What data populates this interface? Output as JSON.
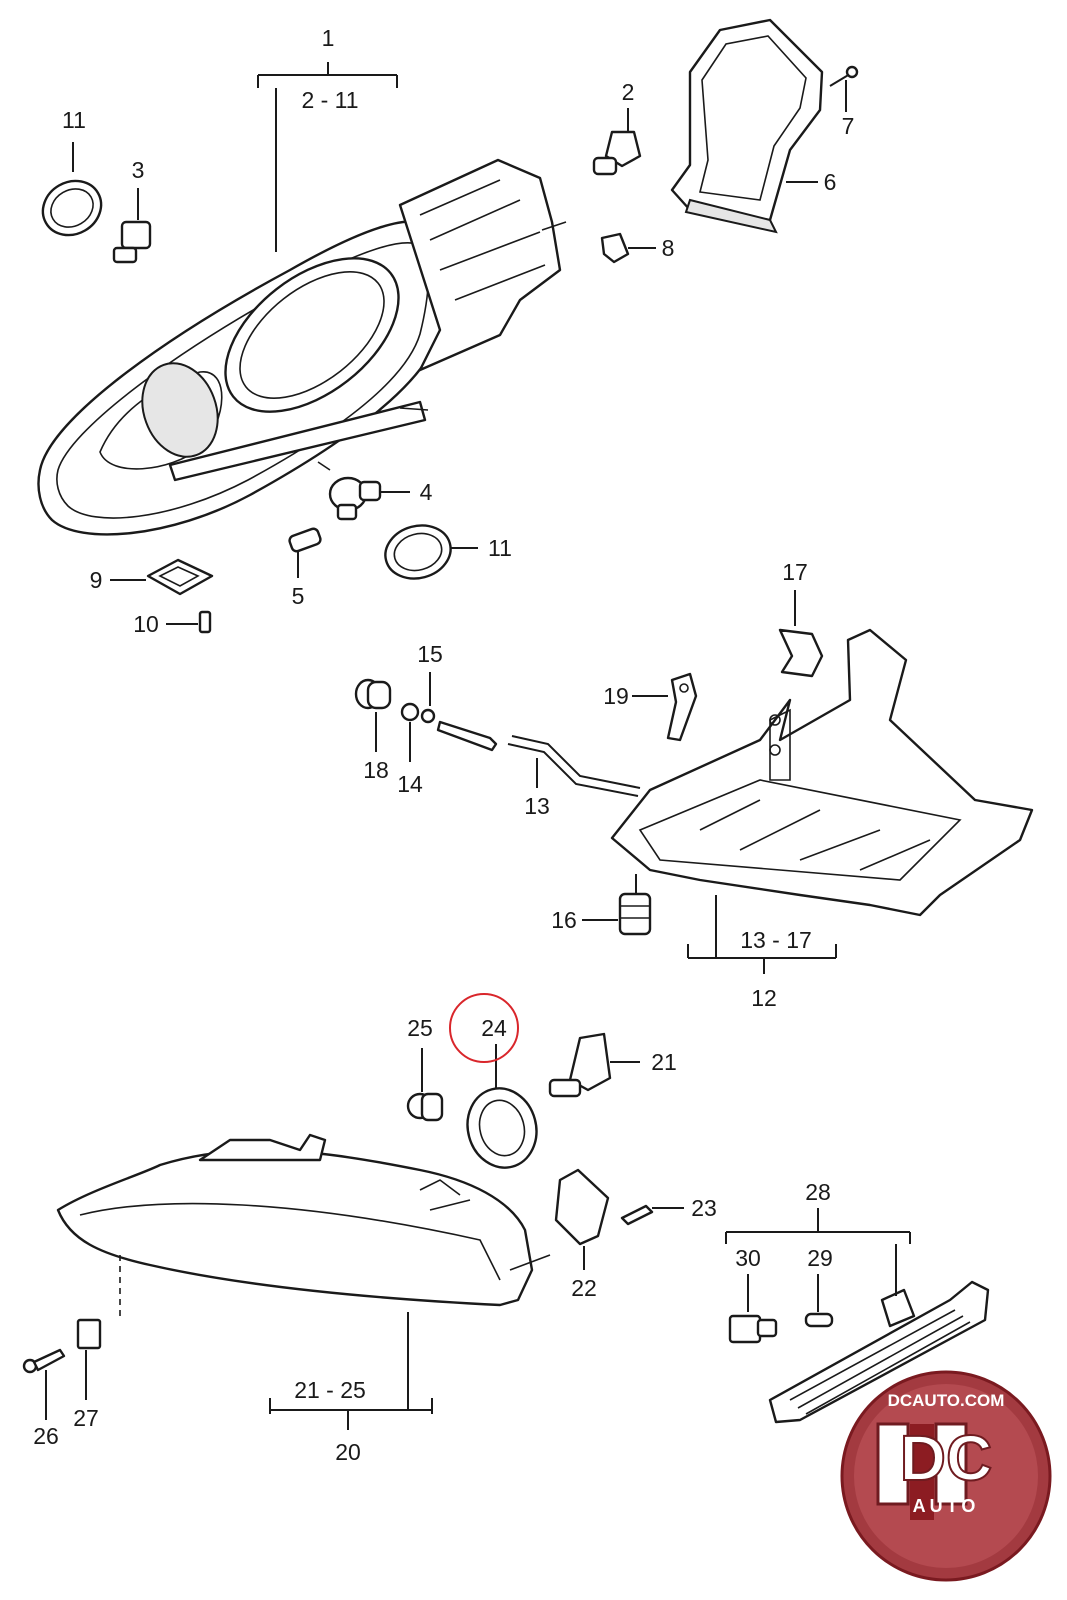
{
  "callouts": {
    "c1": "1",
    "c1_range": "2 - 11",
    "c2": "2",
    "c3": "3",
    "c4": "4",
    "c5": "5",
    "c6": "6",
    "c7": "7",
    "c8": "8",
    "c9": "9",
    "c10": "10",
    "c11a": "11",
    "c11b": "11",
    "c12": "12",
    "c12_range": "13 - 17",
    "c13": "13",
    "c14": "14",
    "c15": "15",
    "c16": "16",
    "c17": "17",
    "c18": "18",
    "c19": "19",
    "c20": "20",
    "c20_range": "21 - 25",
    "c21": "21",
    "c22": "22",
    "c23": "23",
    "c24": "24",
    "c25": "25",
    "c26": "26",
    "c27": "27",
    "c28": "28",
    "c29": "29",
    "c30": "30"
  },
  "highlight": {
    "part": "24",
    "color": "#d9262b"
  },
  "watermark": {
    "brand_top": "DCAUTO.COM",
    "logo_letters": "DC",
    "logo_sub": "AUTO",
    "colors": [
      "#8c1c22",
      "#c9a9a9",
      "#ffffff"
    ]
  }
}
